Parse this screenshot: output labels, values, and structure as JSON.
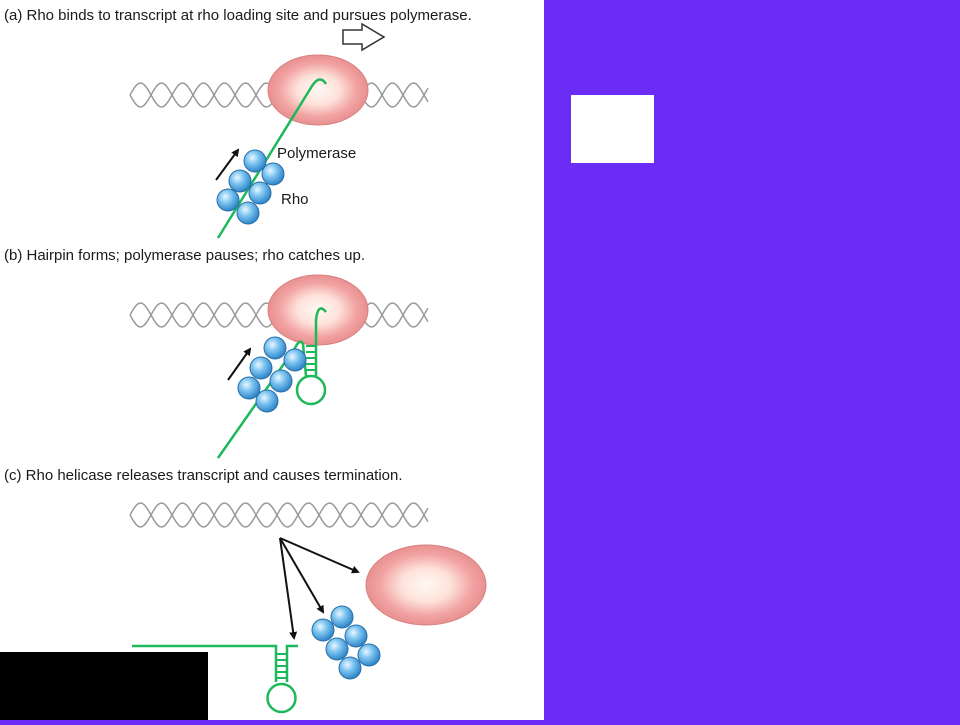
{
  "panels": {
    "a": {
      "caption": "(a) Rho binds to transcript at rho loading site and pursues polymerase."
    },
    "b": {
      "caption": "(b) Hairpin forms; polymerase pauses; rho catches up."
    },
    "c": {
      "caption": "(c) Rho helicase releases transcript and causes termination."
    }
  },
  "labels": {
    "polymerase": "Polymerase",
    "rho": "Rho"
  },
  "colors": {
    "background": "#6b2cf5",
    "rna": "#1db85a",
    "polymerase": "#f2a3a3",
    "rho": "#5aaee8",
    "dna": "#9a9a9a"
  },
  "icons": [
    "movement-arrow-icon",
    "direction-arrow-icon"
  ]
}
